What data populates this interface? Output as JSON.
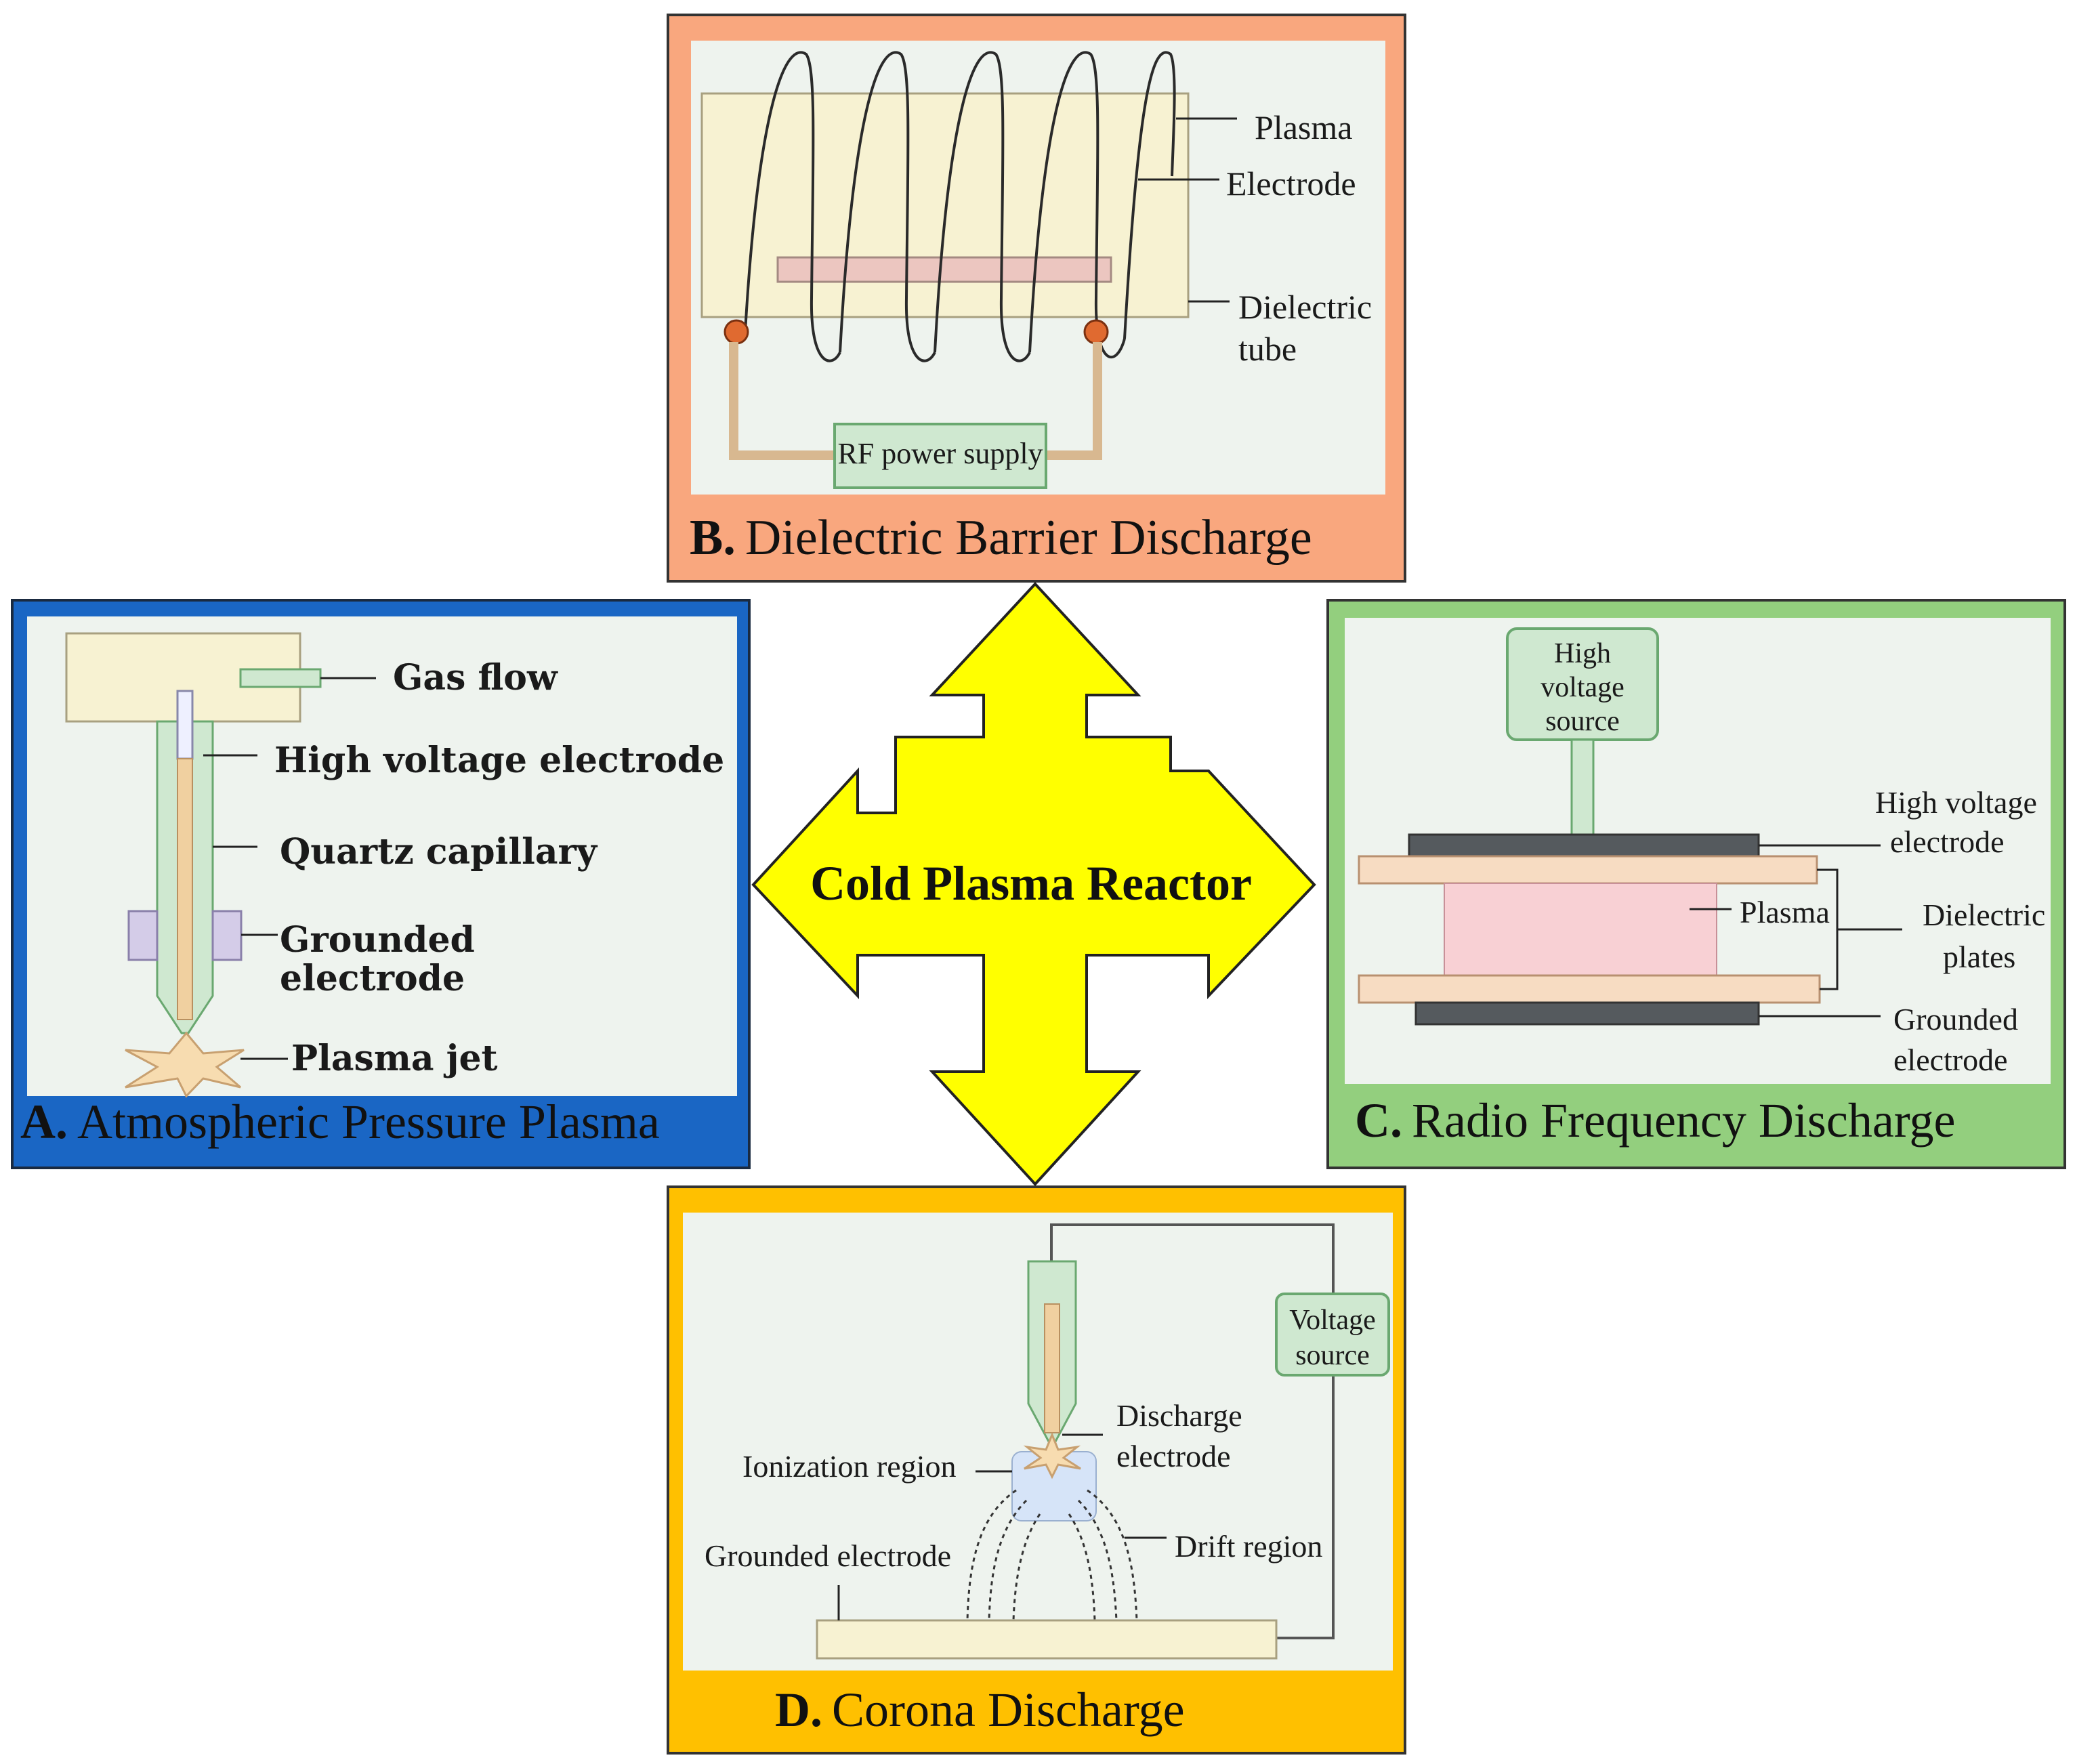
{
  "center": {
    "title": "Cold Plasma Reactor",
    "color": "#ffff00"
  },
  "panels": {
    "A": {
      "letter": "A.",
      "caption": "Atmospheric Pressure Plasma",
      "border_color": "#1a66c4",
      "labels": {
        "gas_flow": "Gas flow",
        "hv_electrode": "High voltage electrode",
        "quartz": "Quartz capillary",
        "grounded_1": "Grounded",
        "grounded_2": "electrode",
        "plasma_jet": "Plasma jet"
      }
    },
    "B": {
      "letter": "B.",
      "caption": "Dielectric Barrier Discharge",
      "border_color": "#f9a77e",
      "labels": {
        "plasma": "Plasma",
        "electrode": "Electrode",
        "dielectric_1": "Dielectric",
        "dielectric_2": "tube",
        "rf_supply": "RF power supply"
      }
    },
    "C": {
      "letter": "C.",
      "caption": "Radio Frequency Discharge",
      "border_color": "#93cf7e",
      "labels": {
        "source_1": "High",
        "source_2": "voltage",
        "source_3": "source",
        "hv_1": "High voltage",
        "hv_2": "electrode",
        "plasma": "Plasma",
        "dielectric_1": "Dielectric",
        "dielectric_2": "plates",
        "grounded_1": "Grounded",
        "grounded_2": "electrode"
      }
    },
    "D": {
      "letter": "D.",
      "caption": "Corona Discharge",
      "border_color": "#ffc000",
      "labels": {
        "voltage_1": "Voltage",
        "voltage_2": "source",
        "discharge_1": "Discharge",
        "discharge_2": "electrode",
        "ionization": "Ionization region",
        "grounded": "Grounded electrode",
        "drift": "Drift region"
      }
    }
  }
}
